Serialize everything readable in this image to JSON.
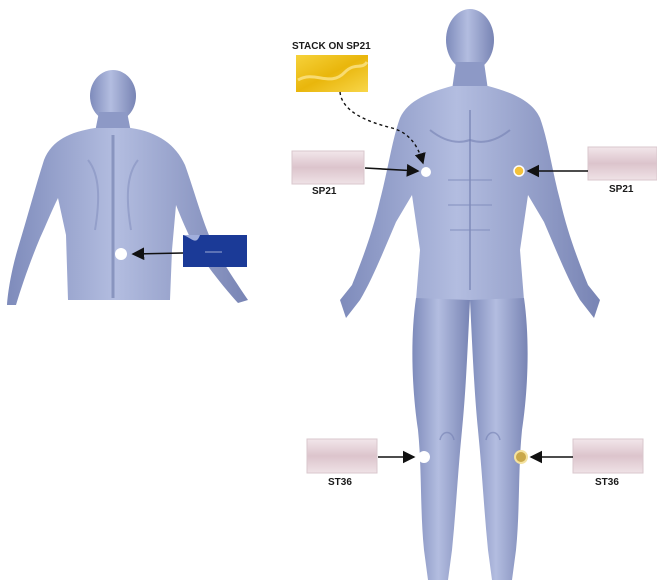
{
  "labels": {
    "stack_note": "STACK ON SP21",
    "sp21_left": "SP21",
    "sp21_right": "SP21",
    "st36_left": "ST36",
    "st36_right": "ST36"
  },
  "colors": {
    "body_light": "#aeb9da",
    "body_mid": "#8f9cc6",
    "body_dark": "#6f7cab",
    "patch_pink": "#e8d6dc",
    "patch_yellow": "#f0c419",
    "patch_blue": "#1b3a97",
    "marker_white": "#ffffff",
    "marker_yellow": "#f4c23a",
    "arrow": "#111111"
  }
}
